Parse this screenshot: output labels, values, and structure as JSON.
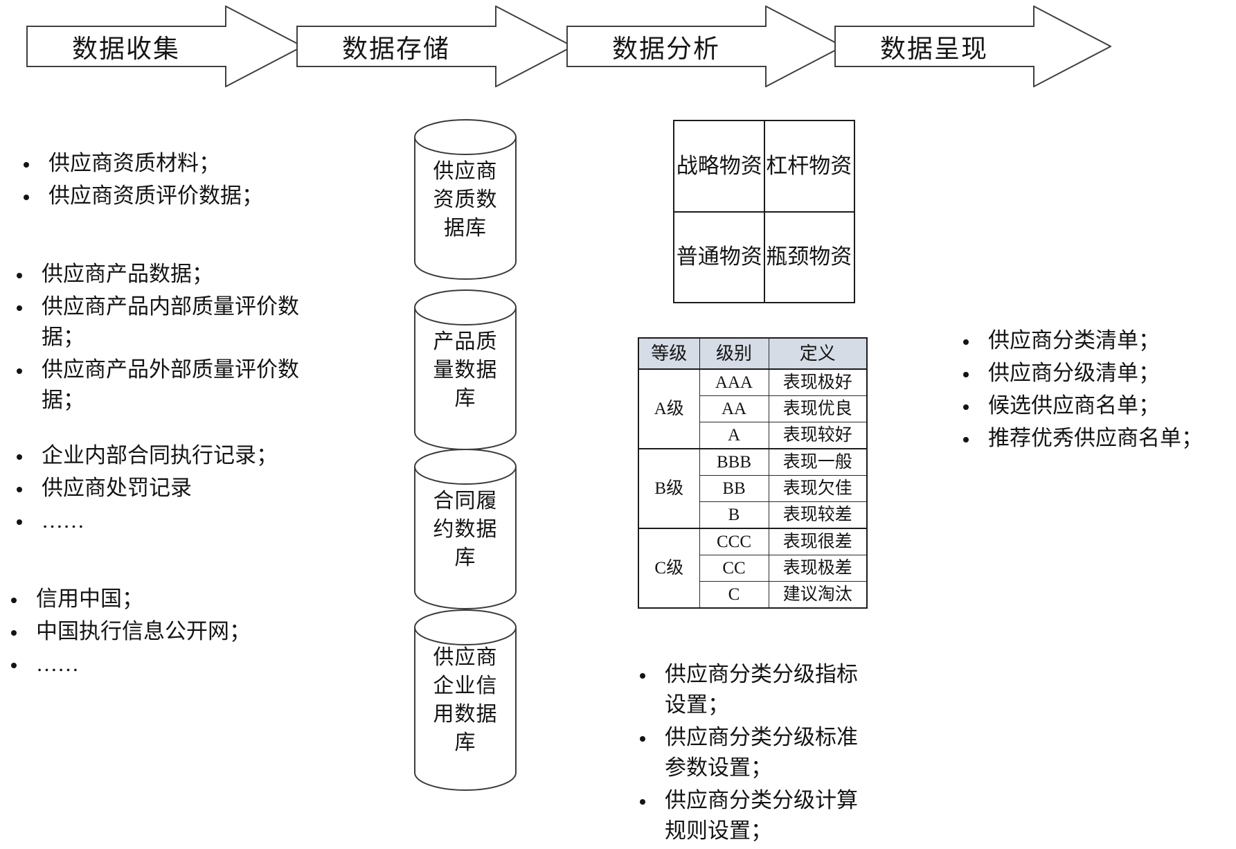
{
  "stages": [
    {
      "label": "数据收集"
    },
    {
      "label": "数据存储"
    },
    {
      "label": "数据分析"
    },
    {
      "label": "数据呈现"
    }
  ],
  "collection": {
    "group1": [
      "供应商资质材料；",
      "供应商资质评价数据；"
    ],
    "group2": [
      "供应商产品数据；",
      "供应商产品内部质量评价数据；",
      "供应商产品外部质量评价数据；"
    ],
    "group3": [
      "企业内部合同执行记录；",
      "供应商处罚记录",
      "……"
    ],
    "group4": [
      "信用中国；",
      "中国执行信息公开网；",
      "……"
    ]
  },
  "storage": {
    "databases": [
      "供应商资质数据库",
      "产品质量数据库",
      "合同履约数据库",
      "供应商企业信用数据库"
    ]
  },
  "analysis": {
    "matrix": {
      "cells": [
        "战略物资",
        "杠杆物资",
        "普通物资",
        "瓶颈物资"
      ]
    },
    "grade_table": {
      "headers": [
        "等级",
        "级别",
        "定义"
      ],
      "groups": [
        {
          "level": "A级",
          "rows": [
            {
              "grade": "AAA",
              "definition": "表现极好"
            },
            {
              "grade": "AA",
              "definition": "表现优良"
            },
            {
              "grade": "A",
              "definition": "表现较好"
            }
          ]
        },
        {
          "level": "B级",
          "rows": [
            {
              "grade": "BBB",
              "definition": "表现一般"
            },
            {
              "grade": "BB",
              "definition": "表现欠佳"
            },
            {
              "grade": "B",
              "definition": "表现较差"
            }
          ]
        },
        {
          "level": "C级",
          "rows": [
            {
              "grade": "CCC",
              "definition": "表现很差"
            },
            {
              "grade": "CC",
              "definition": "表现极差"
            },
            {
              "grade": "C",
              "definition": "建议淘汰"
            }
          ]
        }
      ]
    },
    "settings": [
      "供应商分类分级指标设置；",
      "供应商分类分级标准参数设置；",
      "供应商分类分级计算规则设置；"
    ]
  },
  "presentation": {
    "outputs": [
      "供应商分类清单；",
      "供应商分级清单；",
      "候选供应商名单；",
      "推荐优秀供应商名单；"
    ]
  },
  "colors": {
    "table_header_bg": "#d5dce5",
    "line": "#1b1b1b",
    "text": "#141414"
  }
}
